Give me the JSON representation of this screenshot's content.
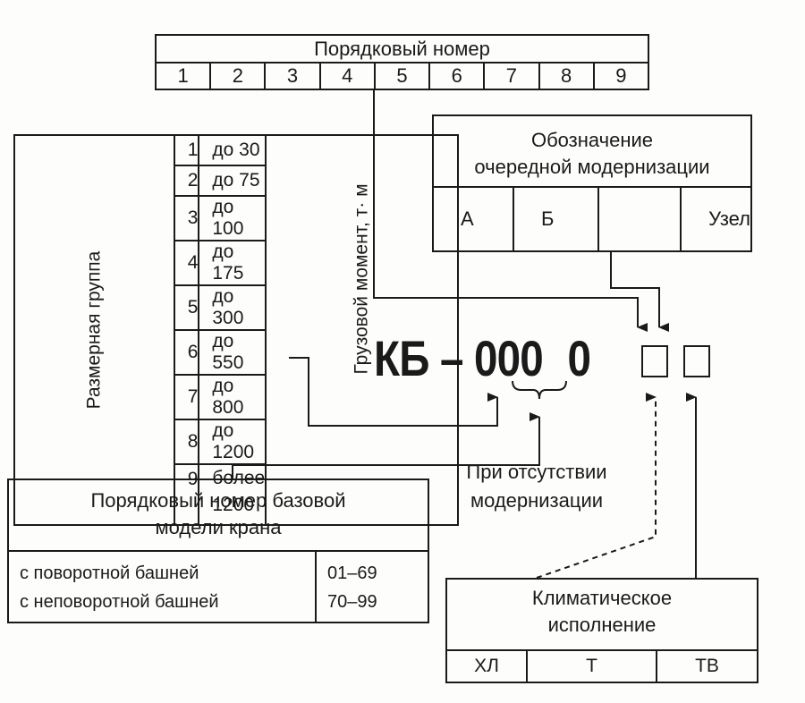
{
  "serial_block": {
    "title": "Порядковый номер",
    "digits": [
      "1",
      "2",
      "3",
      "4",
      "5",
      "6",
      "7",
      "8",
      "9"
    ]
  },
  "modernization_block": {
    "title_line1": "Обозначение",
    "title_line2": "очередной модернизации",
    "cells": [
      "А",
      "Б",
      "",
      "Узел"
    ]
  },
  "size_group": {
    "label": "Размерная группа",
    "moment_label": "Грузовой момент, т· м",
    "rows": [
      {
        "num": "1",
        "value": "до 30"
      },
      {
        "num": "2",
        "value": "до 75"
      },
      {
        "num": "3",
        "value": "до 100"
      },
      {
        "num": "4",
        "value": "до 175"
      },
      {
        "num": "5",
        "value": "до 300"
      },
      {
        "num": "6",
        "value": "до 550"
      },
      {
        "num": "7",
        "value": "до 800"
      },
      {
        "num": "8",
        "value": "до 1200"
      },
      {
        "num": "9",
        "value_line1": "более",
        "value_line2": "1200"
      }
    ]
  },
  "code": {
    "prefix": "КБ –",
    "digits": "000",
    "zero": "0"
  },
  "note": {
    "line1": "При отсутствии",
    "line2": "модернизации"
  },
  "base_model": {
    "title_line1": "Порядковый номер базовой",
    "title_line2": "модели крана",
    "rows": [
      {
        "label": "с поворотной башней",
        "range": "01–69"
      },
      {
        "label": "с неповоротной башней",
        "range": "70–99"
      }
    ]
  },
  "climate": {
    "title_line1": "Климатическое",
    "title_line2": "исполнение",
    "cells": [
      "ХЛ",
      "Т",
      "ТВ"
    ]
  }
}
